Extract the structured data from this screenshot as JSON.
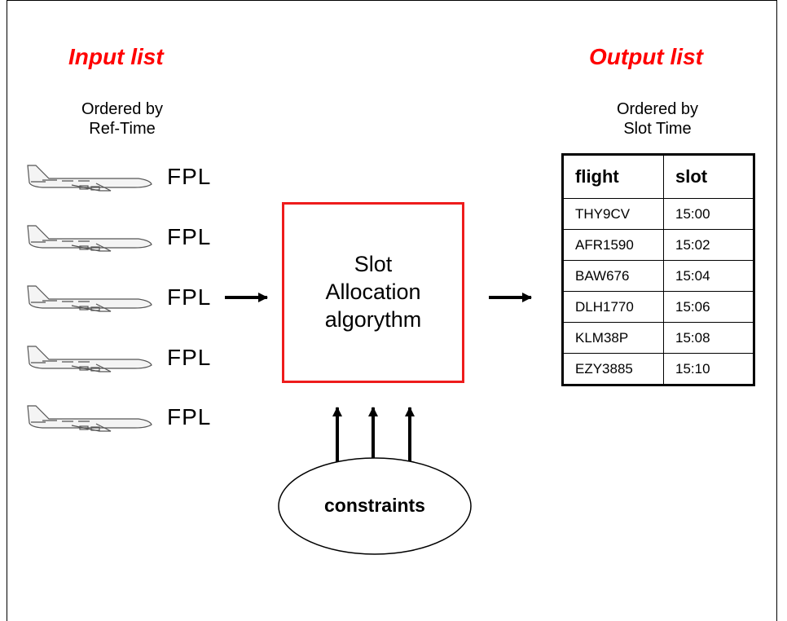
{
  "input": {
    "title": "Input list",
    "subtitle_line1": "Ordered by",
    "subtitle_line2": "Ref-Time",
    "items": [
      "FPL",
      "FPL",
      "FPL",
      "FPL",
      "FPL"
    ]
  },
  "output": {
    "title": "Output list",
    "subtitle_line1": "Ordered by",
    "subtitle_line2": "Slot Time",
    "headers": [
      "flight",
      "slot"
    ],
    "rows": [
      [
        "THY9CV",
        "15:00"
      ],
      [
        "AFR1590",
        "15:02"
      ],
      [
        "BAW676",
        "15:04"
      ],
      [
        "DLH1770",
        "15:06"
      ],
      [
        "KLM38P",
        "15:08"
      ],
      [
        "EZY3885",
        "15:10"
      ]
    ]
  },
  "algorithm": {
    "line1": "Slot",
    "line2": "Allocation",
    "line3": "algorythm"
  },
  "constraints": {
    "label": "constraints"
  },
  "colors": {
    "heading": "#ff0000",
    "algo_border": "#ee1c1c"
  },
  "icons": {
    "aircraft": "airplane-icon",
    "arrow": "arrow-icon"
  }
}
